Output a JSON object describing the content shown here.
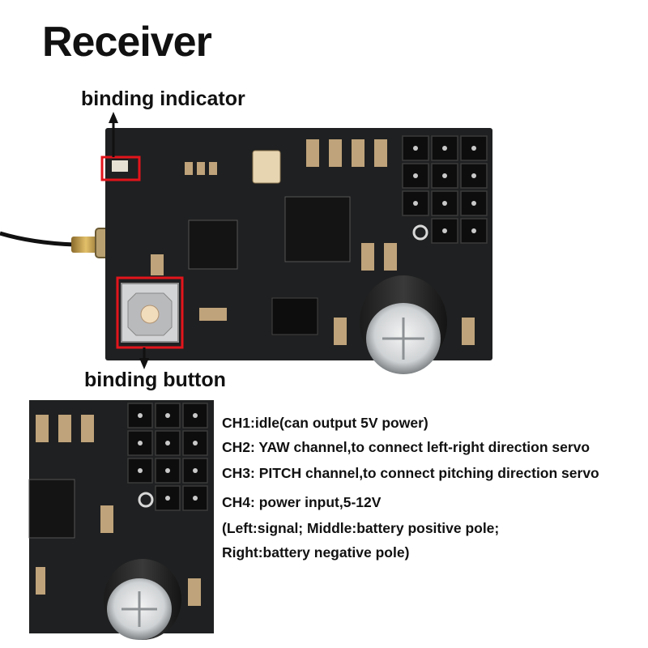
{
  "title": "Receiver",
  "callouts": {
    "indicator": "binding indicator",
    "button": "binding button"
  },
  "channels": [
    "CH1:idle(can output 5V power)",
    "CH2: YAW channel,to connect left-right direction servo",
    "CH3: PITCH channel,to connect pitching direction servo",
    "CH4: power input,5-12V",
    "(Left:signal; Middle:battery positive pole;",
    "Right:battery negative pole)"
  ],
  "colors": {
    "pcb": "#1f2021",
    "highlight": "#e3141b",
    "text": "#111111"
  }
}
